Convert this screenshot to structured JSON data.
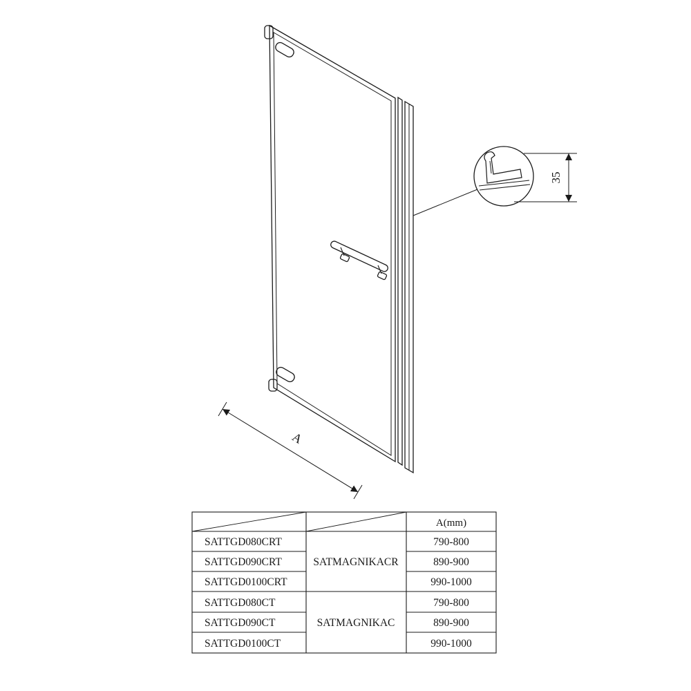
{
  "colors": {
    "line": "#1a1a1a",
    "background": "#ffffff"
  },
  "diagram": {
    "detail_dim_label": "35",
    "width_dim_label": "A"
  },
  "table": {
    "header_a": "A(mm)",
    "rows": [
      {
        "code": "SATTGD080CRT",
        "model": "SATMAGNIKACR",
        "a": "790-800"
      },
      {
        "code": "SATTGD090CRT",
        "a": "890-900"
      },
      {
        "code": "SATTGD0100CRT",
        "a": "990-1000"
      },
      {
        "code": "SATTGD080CT",
        "model": "SATMAGNIKAC",
        "a": "790-800"
      },
      {
        "code": "SATTGD090CT",
        "a": "890-900"
      },
      {
        "code": "SATTGD0100CT",
        "a": "990-1000"
      }
    ]
  }
}
